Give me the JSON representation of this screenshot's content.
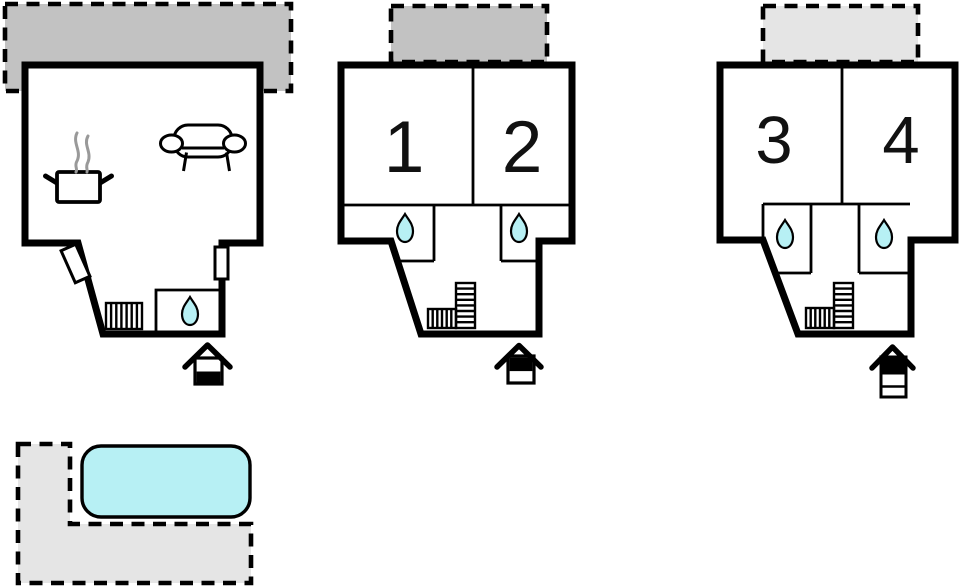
{
  "page": {
    "background": "#ffffff",
    "kind": "holiday-home floor plan drawing"
  },
  "colors": {
    "wall": "#000000",
    "water": "#b7f0f4",
    "terrace_gray": "#c2c2c2",
    "terrace_light_gray": "#e5e5e5",
    "steam_gray": "#999999",
    "label_color": "#111111"
  },
  "floors": [
    {
      "name": "ground-floor",
      "room_labels": [],
      "icons": [
        "terrace",
        "cooking-pot",
        "steam",
        "sofa",
        "stairs",
        "door",
        "door",
        "water-drop",
        "entrance-arrow"
      ],
      "entrance_indicator": "lower-band-filled"
    },
    {
      "name": "first-floor",
      "room_labels": [
        "1",
        "2"
      ],
      "icons": [
        "balcony",
        "water-drop",
        "water-drop",
        "stairs",
        "entrance-arrow"
      ],
      "entrance_indicator": "upper-band-filled"
    },
    {
      "name": "second-floor",
      "room_labels": [
        "3",
        "4"
      ],
      "icons": [
        "balcony",
        "water-drop",
        "water-drop",
        "stairs",
        "entrance-arrow"
      ],
      "entrance_indicator": "top-band-of-three-filled"
    }
  ],
  "pool": {
    "icons": [
      "swimming-pool",
      "pool-terrace"
    ]
  }
}
